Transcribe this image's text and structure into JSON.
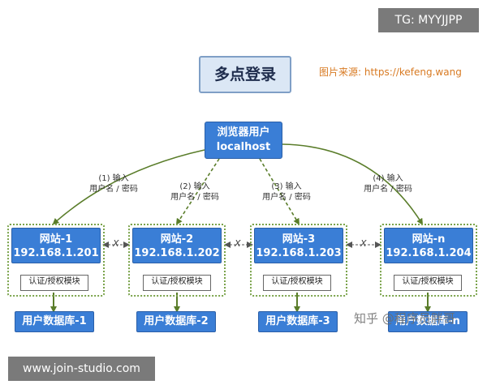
{
  "top_tag": "TG: MYYJJPP",
  "title": "多点登录",
  "image_source": "图片来源: https://kefeng.wang",
  "browser": {
    "line1": "浏览器用户",
    "line2": "localhost"
  },
  "steps": [
    {
      "n": "(1) 输入",
      "t": "用户名 / 密码"
    },
    {
      "n": "(2) 输入",
      "t": "用户名 / 密码"
    },
    {
      "n": "(3) 输入",
      "t": "用户名 / 密码"
    },
    {
      "n": "(4) 输入",
      "t": "用户名 / 密码"
    }
  ],
  "sites": [
    {
      "name": "网站-1",
      "ip": "192.168.1.201",
      "auth": "认证/授权模块",
      "db": "用户数据库-1"
    },
    {
      "name": "网站-2",
      "ip": "192.168.1.202",
      "auth": "认证/授权模块",
      "db": "用户数据库-2"
    },
    {
      "name": "网站-3",
      "ip": "192.168.1.203",
      "auth": "认证/授权模块",
      "db": "用户数据库-3"
    },
    {
      "name": "网站-n",
      "ip": "192.168.1.204",
      "auth": "认证/授权模块",
      "db": "用户数据库-n"
    }
  ],
  "cross_mark": "X",
  "watermark": "知乎 @程序员胖哥",
  "footer": "www.join-studio.com",
  "colors": {
    "node_blue": "#3a7ed6",
    "arrow_green": "#5a7d2a",
    "source_orange": "#d87a22"
  }
}
